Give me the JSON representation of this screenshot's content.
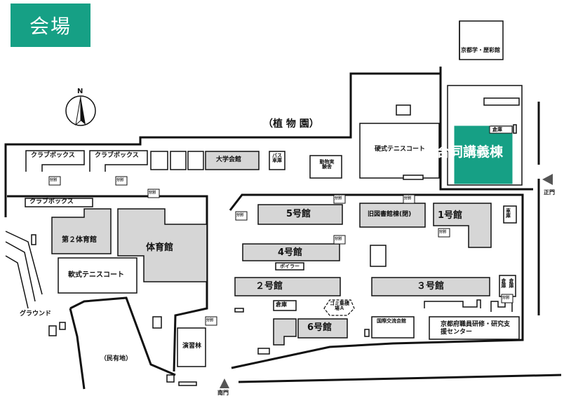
{
  "title": "会場",
  "colors": {
    "accent": "#16a085",
    "building": "#d6d6d6",
    "highlight_text": "#ffffff",
    "line": "#111111"
  },
  "labels": {
    "botanical_garden": "（植 物 園）",
    "kyoto_pref_arch": "京都学・歴彩館",
    "joint_lecture": "合同講義棟",
    "warehouse": "倉庫",
    "hard_tennis": "硬式テニスコート",
    "club_box_1": "クラブボックス",
    "club_box_2": "クラブボックス",
    "club_box_3": "クラブボックス",
    "university_hall": "大学会館",
    "bus_garage": "バス車庫",
    "animal_lab": "動物実験舎",
    "building5": "5号館",
    "old_library": "旧図書館棟(閉)",
    "building1": "1号館",
    "garage_right": "車庫",
    "gym2": "第２体育館",
    "gym": "体育館",
    "building4": "4号館",
    "boiler": "ボイラー",
    "soft_tennis": "軟式テニスコート",
    "building2": "２号館",
    "building3": "３号館",
    "storage_right": "倉庫",
    "storage_right2": "倉庫",
    "ground": "グラウンド",
    "storage_small": "倉庫",
    "garbage": "ゴミ集積場Ａ",
    "building6": "6号館",
    "intl_exchange": "国際交流会館",
    "training_center": "京都府職員研修・研究支援センター",
    "private_land": "（民有地）",
    "practice_forest": "演習林",
    "main_gate": "正門",
    "south_gate": "南門",
    "north": "N",
    "waste": [
      "分別",
      "分別",
      "分別",
      "分別",
      "分別",
      "分別",
      "分別",
      "分別",
      "分別",
      "分別"
    ]
  }
}
